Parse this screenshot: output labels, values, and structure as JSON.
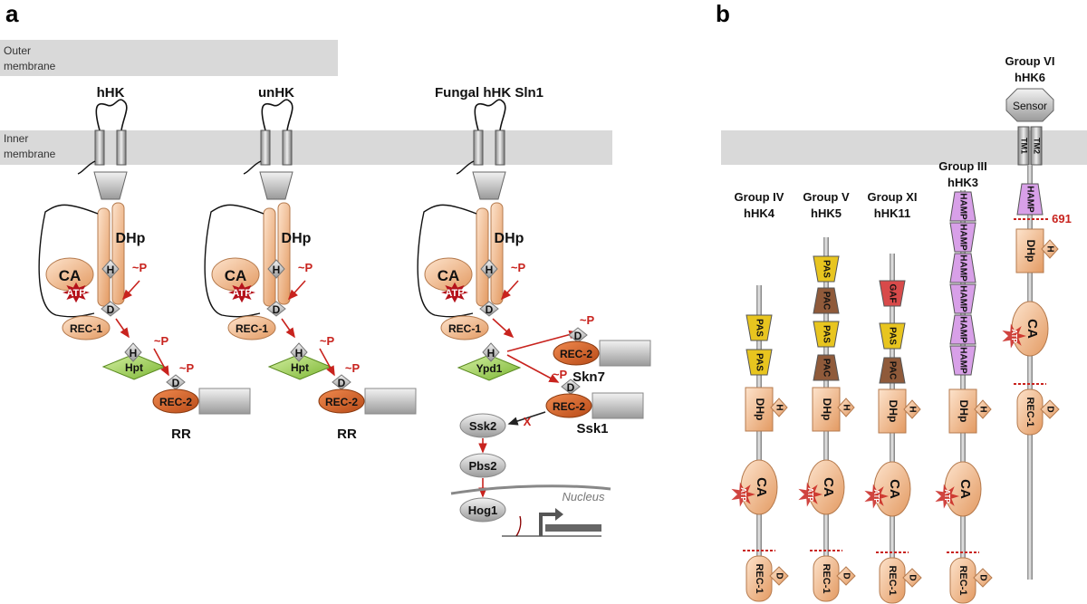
{
  "panel_a": {
    "letter": "a",
    "outer_membrane": "Outer\nmembrane",
    "inner_membrane": "Inner\nmembrane",
    "systems": [
      {
        "title": "hHK",
        "cyto": "Hpt",
        "rr": "RR"
      },
      {
        "title": "unHK",
        "cyto": "Hpt",
        "rr": "RR"
      },
      {
        "title": "Fungal hHK Sln1",
        "cyto": "Ypd1",
        "rr_a": "Skn7",
        "rr_b": "Ssk1"
      }
    ],
    "dhp": "DHp",
    "ca": "CA",
    "atp": "ATP",
    "h": "H",
    "d": "D",
    "p": "~P",
    "rec1": "REC-1",
    "rec2": "REC-2",
    "mapk": [
      "Ssk2",
      "Pbs2",
      "Hog1"
    ],
    "inhibit": "X",
    "nucleus": "Nucleus"
  },
  "panel_b": {
    "letter": "b",
    "groups": [
      {
        "title": [
          "Group IV",
          "hHK4"
        ],
        "domains": [
          "PAS",
          "PAS"
        ]
      },
      {
        "title": [
          "Group V",
          "hHK5"
        ],
        "domains": [
          "PAS",
          "PAC",
          "PAS",
          "PAC"
        ]
      },
      {
        "title": [
          "Group XI",
          "hHK11"
        ],
        "domains": [
          "GAF",
          "PAS",
          "PAC"
        ]
      },
      {
        "title": [
          "Group III",
          "hHK3"
        ],
        "domains": [
          "HAMP",
          "HAMP",
          "HAMP",
          "HAMP",
          "HAMP",
          "HAMP"
        ]
      },
      {
        "title": [
          "Group VI",
          "hHK6"
        ],
        "domains": [
          "Sensor",
          "TM1",
          "TM2",
          "HAMP"
        ]
      }
    ],
    "residue": "691",
    "dhp": "DHp",
    "ca": "CA",
    "atp": "ATP",
    "h": "H",
    "d": "D",
    "rec1": "REC-1"
  },
  "colors": {
    "membrane": "#d9d9d9",
    "orange": "#f3c09c",
    "orange_dark": "#e0733a",
    "green": "#a4d65e",
    "pas": "#e8c51f",
    "pac": "#8f5a3a",
    "gaf": "#d84a4a",
    "hamp": "#d8a0e8",
    "red": "#c8231e",
    "grey": "#c6c6c6"
  }
}
